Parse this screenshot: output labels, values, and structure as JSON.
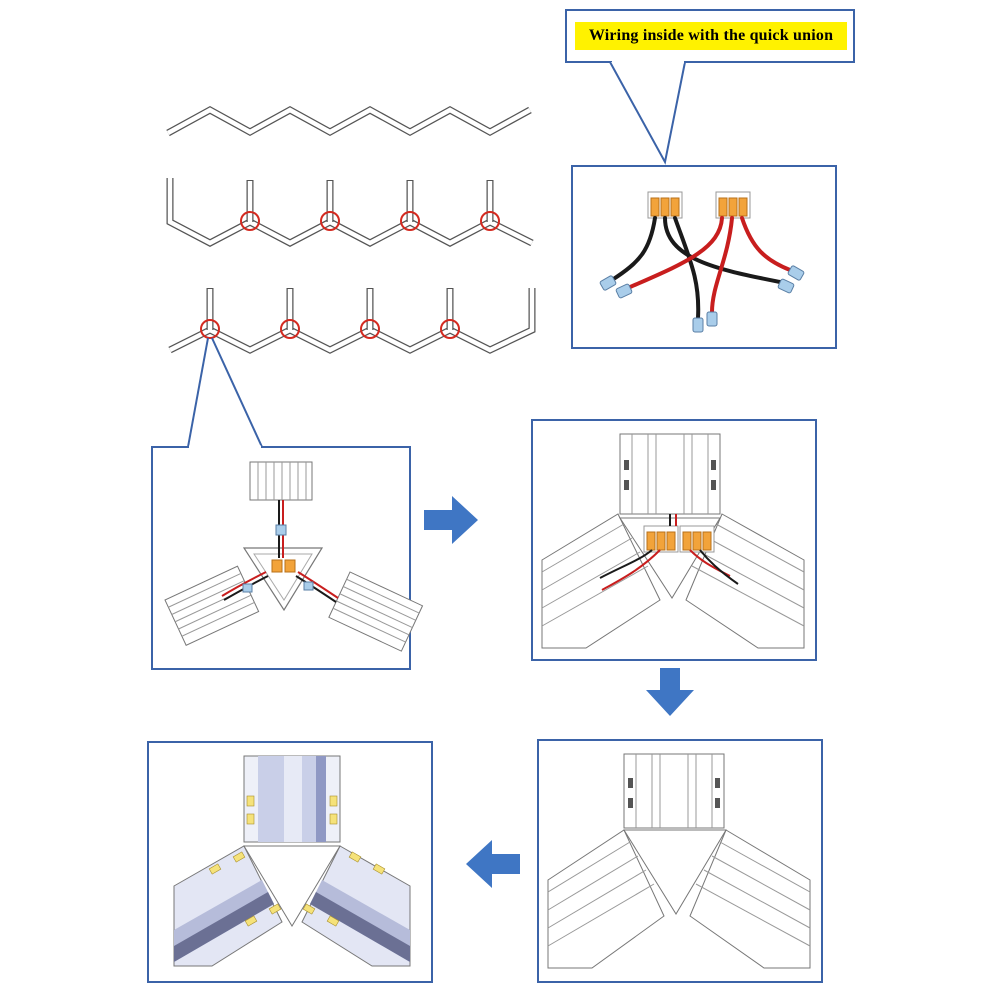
{
  "callout": {
    "text": "Wiring inside with the quick union"
  },
  "colors": {
    "frame_border": "#3b63a8",
    "callout_bg": "#fff200",
    "arrow_fill": "#3f76c4",
    "marker_red": "#d42a20",
    "wire_red": "#c81e1e",
    "wire_black": "#1a1a1a",
    "connector_orange": "#f2a33a",
    "connector_blue": "#a9cdea"
  },
  "steps": [
    {
      "name": "overview-zigzag"
    },
    {
      "name": "wiring-detail"
    },
    {
      "name": "step-1-plug-wires"
    },
    {
      "name": "step-2-insert-connectors"
    },
    {
      "name": "step-3-close-cover"
    },
    {
      "name": "step-4-finished-light"
    }
  ]
}
